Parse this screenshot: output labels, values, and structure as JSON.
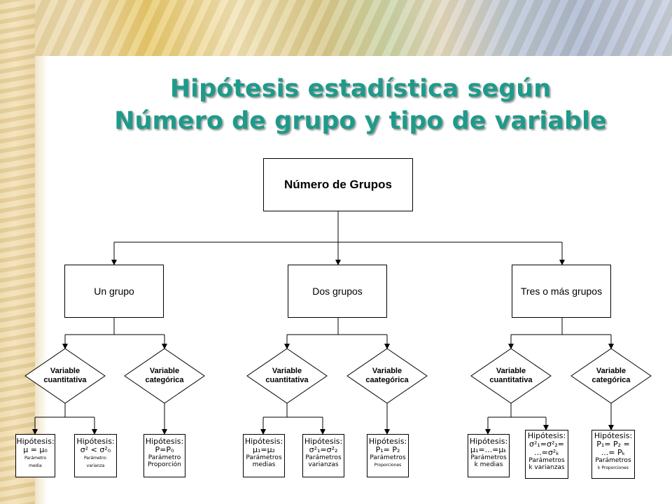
{
  "title": {
    "line1": "Hipótesis estadística según",
    "line2": "Número de grupo y tipo de variable"
  },
  "root": {
    "label": "Número de Grupos"
  },
  "groups": [
    {
      "label": "Un grupo"
    },
    {
      "label": "Dos grupos"
    },
    {
      "label": "Tres o más grupos"
    }
  ],
  "decisions": [
    {
      "line1": "Variable",
      "line2": "cuantitativa"
    },
    {
      "line1": "Variable",
      "line2": "categórica"
    },
    {
      "line1": "Variable",
      "line2": "cuantitativa"
    },
    {
      "line1": "Variable",
      "line2": "caategórica"
    },
    {
      "line1": "Variable",
      "line2": "cuantitativa"
    },
    {
      "line1": "Variable",
      "line2": "categórica"
    }
  ],
  "hypotheses": [
    {
      "head": "Hipótesis:",
      "formula": "μ = μ₀",
      "param1": "Parámetro",
      "param2": "media"
    },
    {
      "head": "Hipótesis:",
      "formula": "σ² < σ²₀",
      "param1": "Parámetro:",
      "param2": "varianza"
    },
    {
      "head": "Hipótesis:",
      "formula": "P=P₀",
      "param1": "Parámetro",
      "param2": "Proporción"
    },
    {
      "head": "Hipótesis:",
      "formula": "μ₁=μ₂",
      "param1": "Parámetros",
      "param2": "medias"
    },
    {
      "head": "Hipótesis:",
      "formula": "σ²₁=σ²₂",
      "param1": "Parámetros",
      "param2": "varianzas"
    },
    {
      "head": "Hipótesis:",
      "formula": "P₁= P₂",
      "param1": "Parámetros",
      "param2": "Proporciones"
    },
    {
      "head": "Hipótesis:",
      "formula": "μ₁=...=μₖ",
      "param1": "Parámetros",
      "param2": "k medias"
    },
    {
      "head": "Hipótesis:",
      "formula": "σ²₁=σ²₂=",
      "formula2": "...=σ²ₖ",
      "param1": "Parámetros",
      "param2": "k varianzas"
    },
    {
      "head": "Hipótesis:",
      "formula": "P₁= P₂ =",
      "formula2": "...= Pₖ",
      "param1": "Parámetros",
      "param2": "k Proporciones"
    }
  ]
}
